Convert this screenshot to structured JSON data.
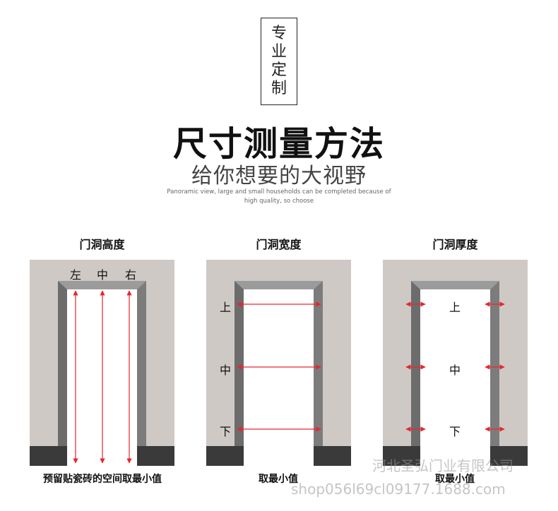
{
  "header": {
    "badge_chars": [
      "专",
      "业",
      "定",
      "制"
    ],
    "title": "尺寸测量方法",
    "subtitle": "给你想要的大视野",
    "english_text": "Panoramic view, large and small households can be completed because of high quality, so choose"
  },
  "panels": [
    {
      "title": "门洞高度",
      "labels": [
        "左",
        "中",
        "右"
      ],
      "caption": "预留贴瓷砖的空间取最小值"
    },
    {
      "title": "门洞宽度",
      "labels": [
        "上",
        "中",
        "下"
      ],
      "caption": "取最小值"
    },
    {
      "title": "门洞厚度",
      "labels": [
        "上",
        "中",
        "下"
      ],
      "caption": "取最小值"
    }
  ],
  "watermark": {
    "company": "河北圣弘门业有限公司",
    "shop": "shop056l69cl09177.1688.com"
  },
  "colors": {
    "wall": "#cfc9c5",
    "frame_dark": "#6c6c6c",
    "frame_light": "#9b9b9b",
    "baseboard": "#3a3a3a",
    "arrow": "#e8262c"
  }
}
